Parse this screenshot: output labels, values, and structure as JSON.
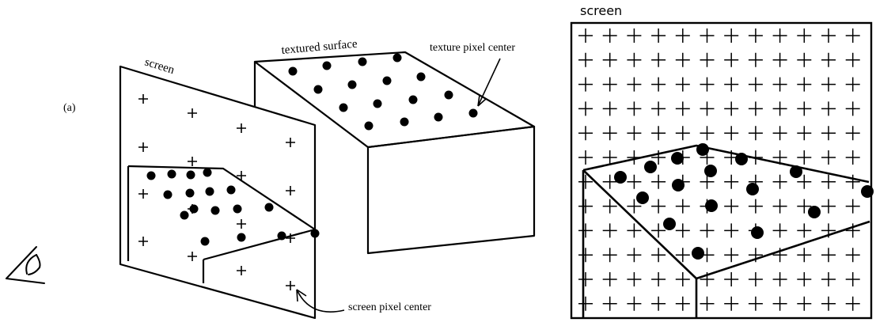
{
  "labels": {
    "panel_a": "(a)",
    "screen_left": "screen",
    "textured_surface": "textured surface",
    "texture_pixel_center": "texture pixel center",
    "screen_pixel_center": "screen pixel center",
    "screen_right": "screen"
  },
  "markers": {
    "screen_pixel_symbol": "+",
    "texture_pixel_symbol": "dot"
  },
  "icons": {
    "eye": "eye-icon"
  },
  "colors": {
    "ink": "#000000",
    "background": "#ffffff"
  }
}
